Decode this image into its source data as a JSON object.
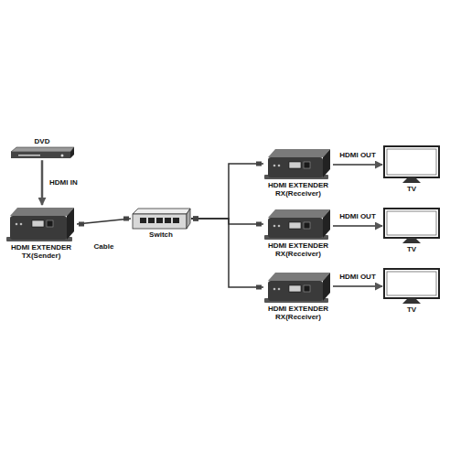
{
  "diagram": {
    "nodes": [
      {
        "text": [
          "DVD"
        ]
      },
      {
        "text": [
          "HDMI EXTENDER TX(Sender)"
        ]
      },
      {
        "text": [
          "Switch"
        ]
      },
      {
        "text": [
          "HDMI EXTENDER RX(Receiver)"
        ]
      },
      {
        "text": [
          "HDMI EXTENDER RX(Receiver)"
        ]
      },
      {
        "text": [
          "HDMI EXTENDER RX(Receiver)"
        ]
      },
      {
        "text": [
          "TV"
        ]
      },
      {
        "text": [
          "TV"
        ]
      },
      {
        "text": [
          "TV"
        ]
      }
    ],
    "edges": [
      {
        "from": 0,
        "to": 1,
        "label": "HDMI IN",
        "arrow": "to"
      },
      {
        "from": 1,
        "to": 2,
        "label": "Cable",
        "arrow": "none"
      },
      {
        "from": 2,
        "to": 3,
        "arrow": "none"
      },
      {
        "from": 2,
        "to": 4,
        "arrow": "none"
      },
      {
        "from": 2,
        "to": 5,
        "arrow": "none"
      },
      {
        "from": 3,
        "to": 6,
        "label": "HDMI OUT",
        "arrow": "to"
      },
      {
        "from": 4,
        "to": 7,
        "label": "HDMI OUT",
        "arrow": "to"
      },
      {
        "from": 5,
        "to": 8,
        "label": "HDMI OUT",
        "arrow": "to"
      }
    ]
  }
}
